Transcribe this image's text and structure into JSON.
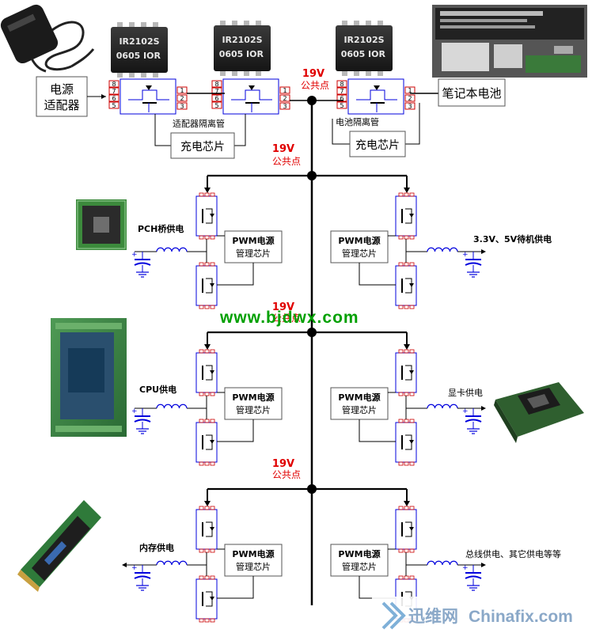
{
  "labels": {
    "adapter": [
      "电源",
      "适配器"
    ],
    "battery": "笔记本电池",
    "charger_chip": "充电芯片",
    "adapter_isolation": "适配器隔离管",
    "battery_isolation": "电池隔离管",
    "bus_voltage": "19V",
    "bus_name": "公共点",
    "pwm_line1": "PWM电源",
    "pwm_line2": "管理芯片",
    "pch_supply": "PCH桥供电",
    "standby_supply": "3.3V、5V待机供电",
    "cpu_supply": "CPU供电",
    "gpu_supply": "显卡供电",
    "mem_supply": "内存供电",
    "bus_supply": "总线供电、其它供电等等"
  },
  "chip": {
    "marking_line1": "IR2102S",
    "marking_line2": "0605",
    "logo": "IOR",
    "pins_left": [
      "8",
      "7",
      "6",
      "5"
    ],
    "pins_right": [
      "1",
      "2",
      "3"
    ]
  },
  "watermark": {
    "site": "www.bjdwx.com",
    "logo_cn": "迅维网",
    "logo_en": "Chinafix.com"
  },
  "colors": {
    "bus_label": "#e00000",
    "watermark_green": "#00a000",
    "schematic_blue": "#0000dd",
    "pin_red": "#cc0000",
    "line_black": "#000000"
  }
}
